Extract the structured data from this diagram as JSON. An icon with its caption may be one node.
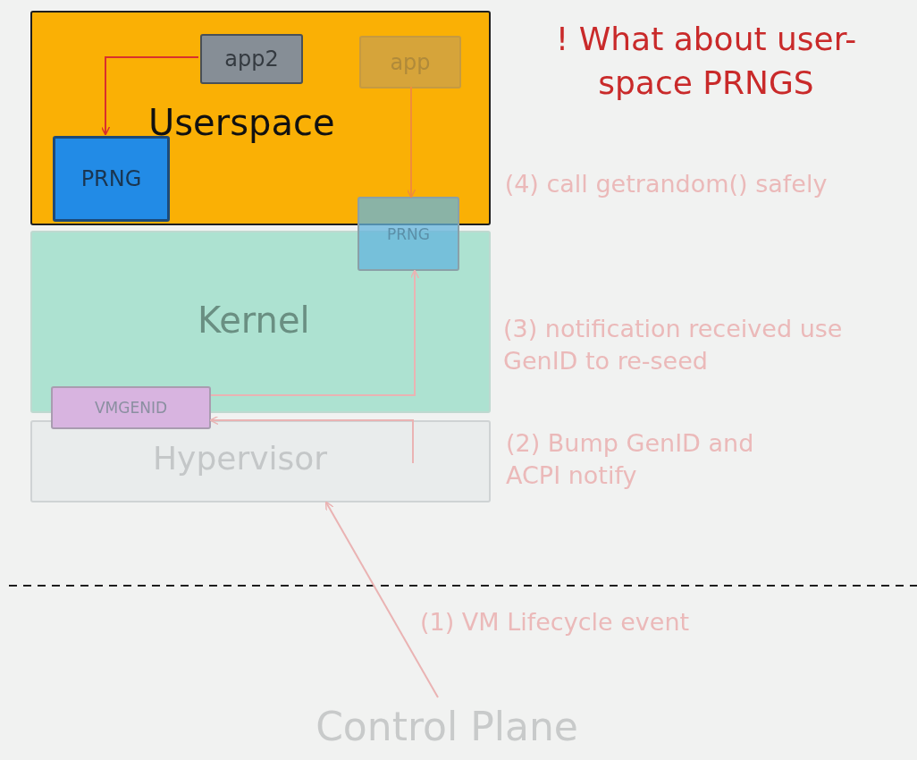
{
  "diagram": {
    "nodes": [
      {
        "text": [
          "Userspace"
        ]
      },
      {
        "text": [
          "app2"
        ],
        "in": 0
      },
      {
        "text": [
          "app"
        ],
        "in": 0
      },
      {
        "text": [
          "PRNG"
        ],
        "in": 0
      },
      {
        "text": [
          "Kernel"
        ]
      },
      {
        "text": [
          "PRNG"
        ]
      },
      {
        "text": [
          "VMGENID"
        ]
      },
      {
        "text": [
          "Hypervisor"
        ]
      },
      {
        "text": [
          "Control Plane"
        ]
      }
    ],
    "edges": [
      {
        "from": 1,
        "to": 3,
        "arrow": "to",
        "color": "#d9302c"
      },
      {
        "from": 2,
        "to": 5,
        "arrow": "to",
        "color": "#f08c3a"
      },
      {
        "from": 8,
        "to": 7,
        "arrow": "to"
      },
      {
        "from": 7,
        "to": 6,
        "arrow": "to"
      },
      {
        "from": 6,
        "to": 5,
        "arrow": "to"
      }
    ],
    "labels": [
      "! What about user-space PRNGS",
      "(4) call getrandom() safely",
      "(3) notification received use GenID to re-seed",
      "(2) Bump GenID and ACPI notify",
      "(1) VM Lifecycle event"
    ]
  }
}
